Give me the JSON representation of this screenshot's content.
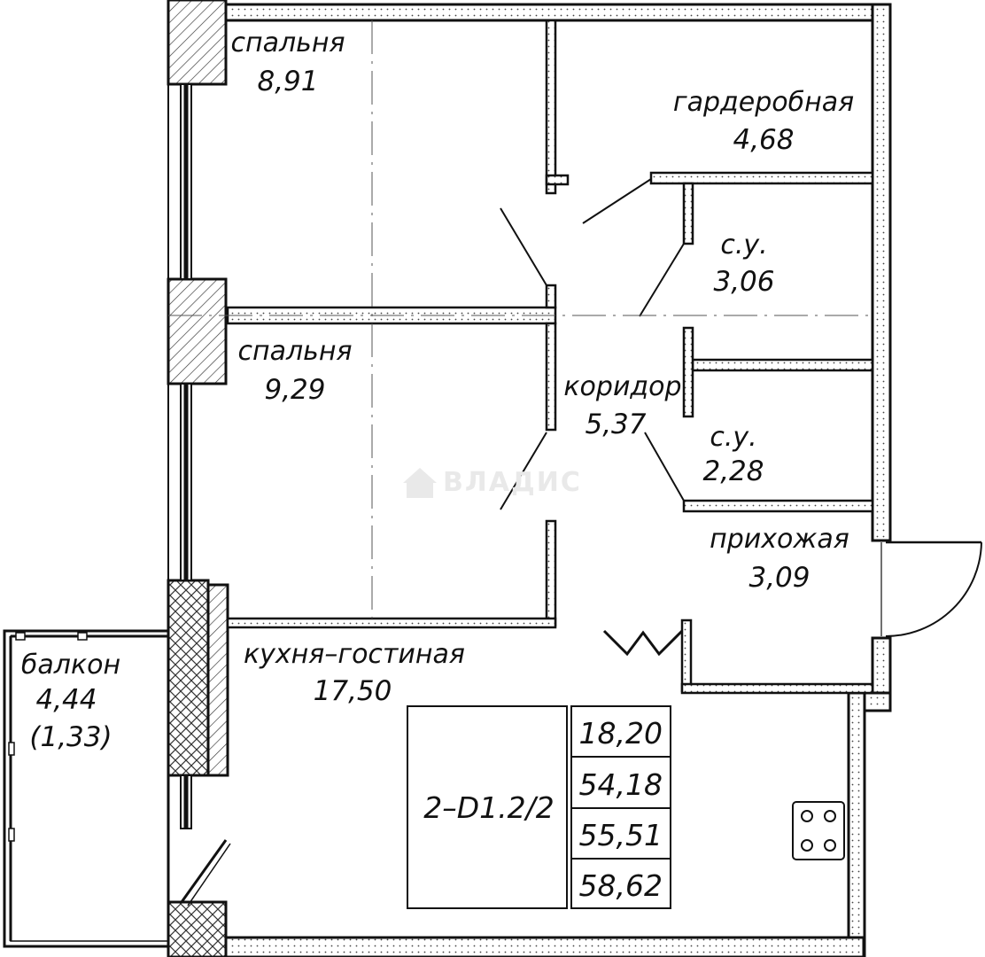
{
  "plan": {
    "rooms": [
      {
        "name": "спальня",
        "area": "8,91"
      },
      {
        "name": "гардеробная",
        "area": "4,68"
      },
      {
        "name": "с.у.",
        "area": "3,06"
      },
      {
        "name": "спальня",
        "area": "9,29"
      },
      {
        "name": "коридор",
        "area": "5,37"
      },
      {
        "name": "с.у.",
        "area": "2,28"
      },
      {
        "name": "прихожая",
        "area": "3,09"
      },
      {
        "name": "кухня–гостиная",
        "area": "17,50"
      },
      {
        "name": "балкон",
        "area": "4,44",
        "note": "(1,33)"
      }
    ],
    "summary": {
      "code": "2–D1.2/2",
      "values": [
        "18,20",
        "54,18",
        "55,51",
        "58,62"
      ]
    },
    "watermark": "ВЛАДИС",
    "colors": {
      "wall": "#111111",
      "hatch": "#333333",
      "background": "#ffffff",
      "watermark": "#e9e9e9"
    }
  }
}
